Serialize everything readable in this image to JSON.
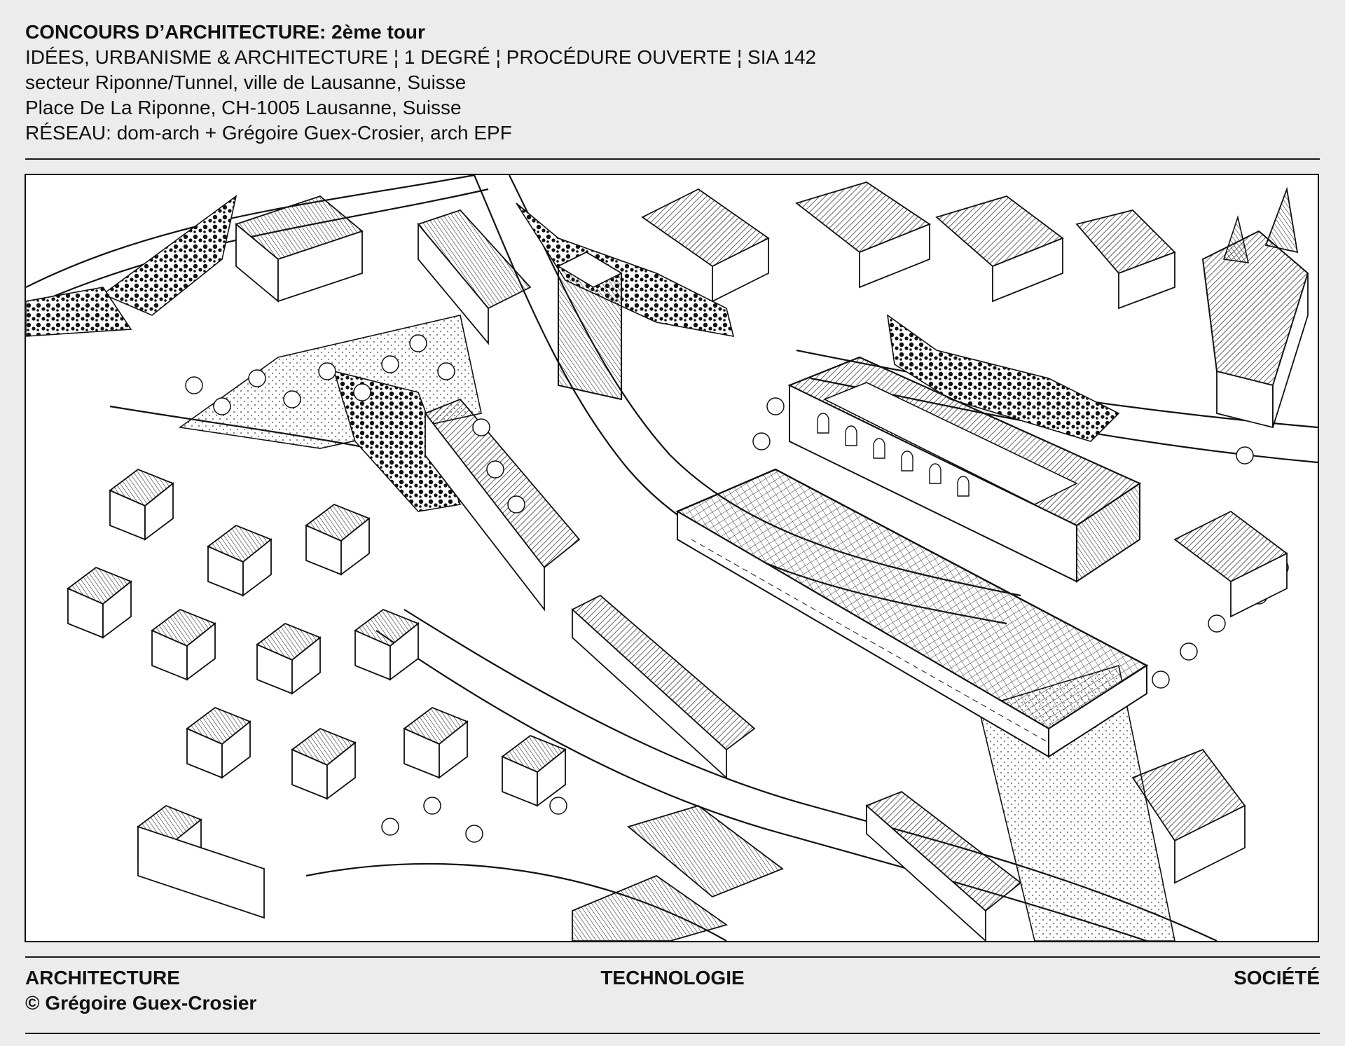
{
  "header": {
    "title_bold": "CONCOURS D’ARCHITECTURE:",
    "title_round": "2ème tour",
    "line2": "IDÉES, URBANISME & ARCHITECTURE ¦ 1 DEGRÉ ¦ PROCÉDURE OUVERTE ¦ SIA 142",
    "line3": "secteur Riponne/Tunnel, ville de Lausanne, Suisse",
    "line4": "Place De La Riponne, CH-1005 Lausanne, Suisse",
    "line5": "RÉSEAU: dom-arch + Grégoire Guex-Crosier, arch EPF"
  },
  "footer": {
    "left": "ARCHITECTURE",
    "center": "TECHNOLOGIE",
    "right": "SOCIÉTÉ",
    "copyright": "© Grégoire Guex-Crosier"
  },
  "drawing": {
    "kind": "axonometric-sketch",
    "ink_color": "#111111",
    "paper_color": "#ffffff",
    "background_color": "#ececec"
  }
}
